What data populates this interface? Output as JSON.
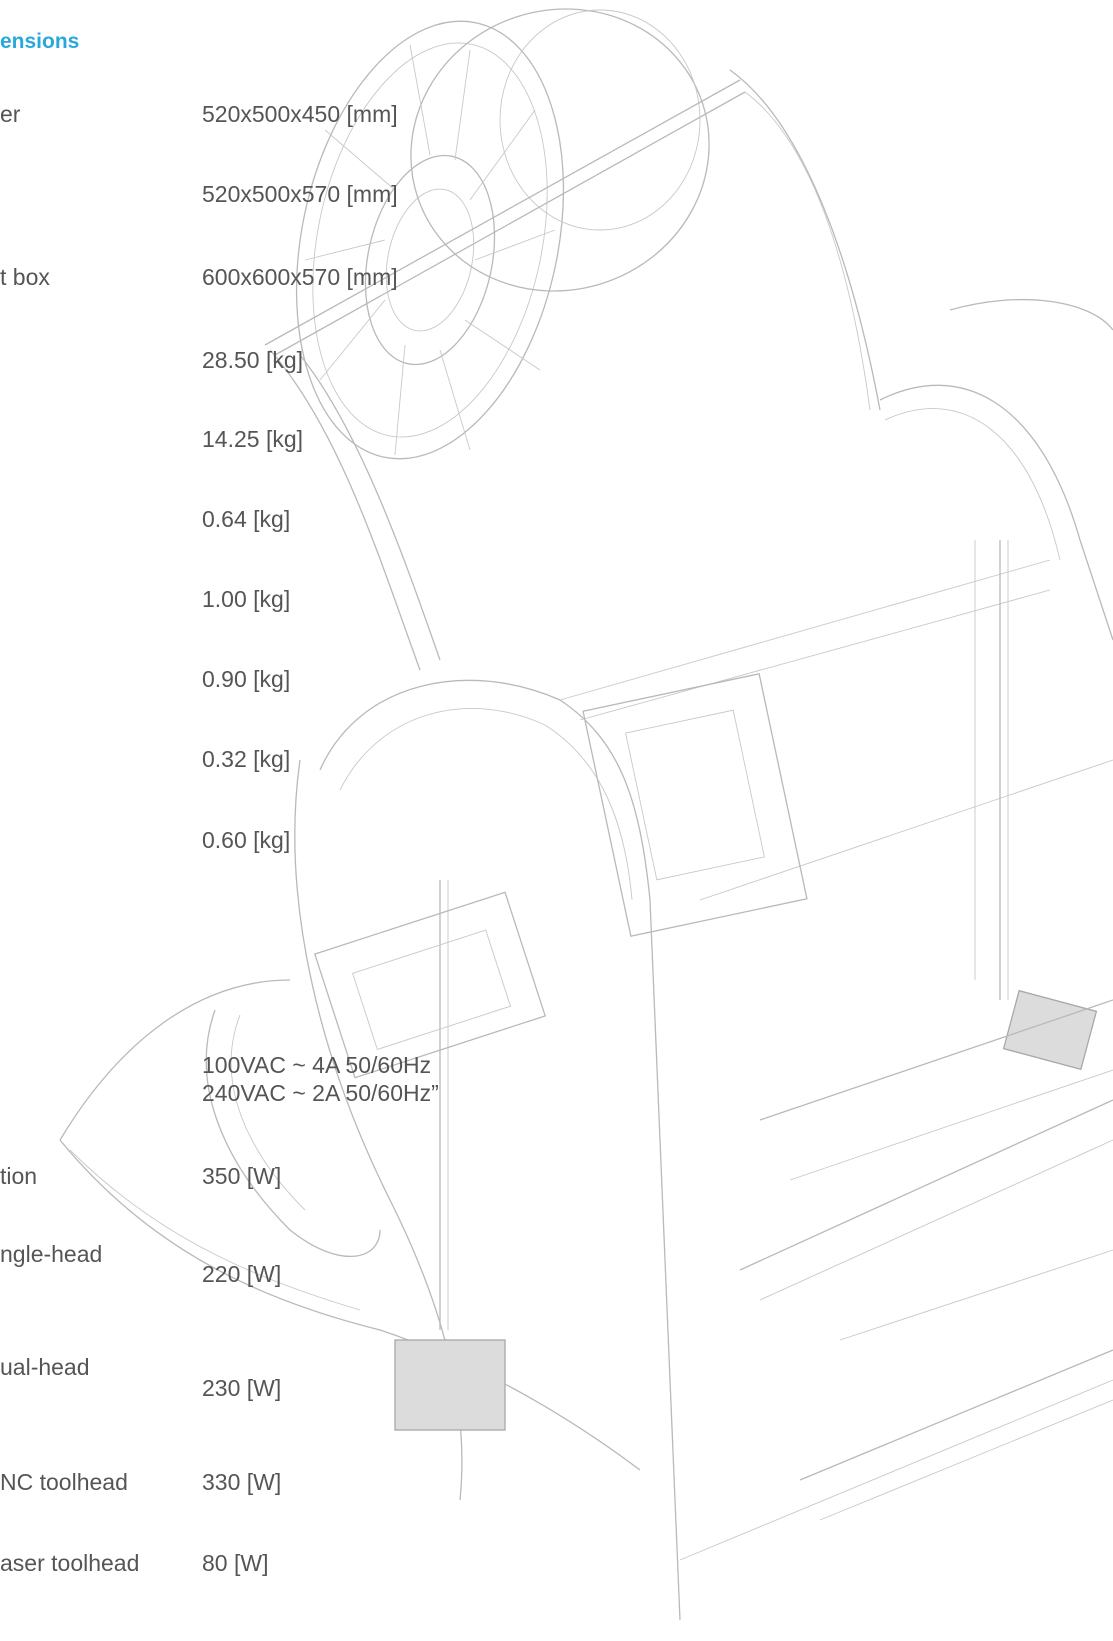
{
  "section": {
    "title": "ensions"
  },
  "specs": [
    {
      "label": "er",
      "value": "520x500x450 [mm]"
    },
    {
      "label": "",
      "value": "520x500x570 [mm]"
    },
    {
      "label": "t box",
      "value": "600x600x570 [mm]"
    },
    {
      "label": "",
      "value": "28.50 [kg]"
    },
    {
      "label": "",
      "value": "14.25 [kg]"
    },
    {
      "label": "",
      "value": "0.64 [kg]"
    },
    {
      "label": "",
      "value": "1.00 [kg]"
    },
    {
      "label": "",
      "value": "0.90 [kg]"
    },
    {
      "label": "",
      "value": "0.32 [kg]"
    },
    {
      "label": "",
      "value": "0.60 [kg]"
    },
    {
      "label": "",
      "value_line1": "100VAC ~ 4A 50/60Hz",
      "value_line2": "240VAC ~ 2A 50/60Hz”"
    },
    {
      "label": "tion",
      "value": "350 [W]"
    },
    {
      "label": "ngle-head",
      "value": "220 [W]"
    },
    {
      "label": "ual-head",
      "value": "230 [W]"
    },
    {
      "label": "NC toolhead",
      "value": "330 [W]"
    },
    {
      "label": "aser toolhead",
      "value": "80 [W]"
    }
  ],
  "background_image": {
    "icon": "3d-printer-line-drawing"
  }
}
